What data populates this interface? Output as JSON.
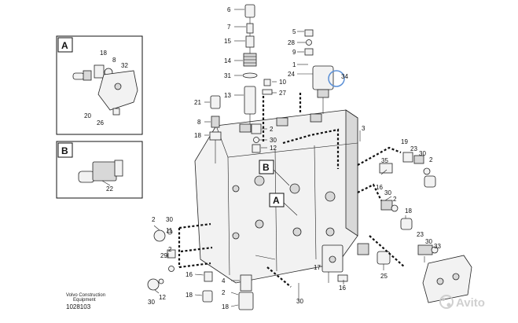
{
  "insets": [
    {
      "letter": "A",
      "labels": [
        "18",
        "8",
        "32",
        "20",
        "26"
      ]
    },
    {
      "letter": "B",
      "labels": [
        "22"
      ]
    }
  ],
  "section_tags": [
    "B",
    "A"
  ],
  "callouts": [
    "6",
    "7",
    "15",
    "14",
    "31",
    "13",
    "21",
    "8",
    "18",
    "5",
    "28",
    "9",
    "1",
    "24",
    "34",
    "10",
    "27",
    "2",
    "30",
    "12",
    "3",
    "19",
    "23",
    "30",
    "2",
    "35",
    "16",
    "30",
    "2",
    "18",
    "23",
    "30",
    "33",
    "17",
    "16",
    "25",
    "2",
    "30",
    "11",
    "29",
    "2",
    "30",
    "12",
    "16",
    "18",
    "4",
    "2",
    "30",
    "18"
  ],
  "footer": {
    "line1": "Volvo Construction",
    "line2": "Equipment",
    "drawing_number": "1028103"
  },
  "watermark": "Avito",
  "colors": {
    "ink": "#111111",
    "highlight": "#5a8fd6",
    "watermark": "#c8c8c8"
  }
}
